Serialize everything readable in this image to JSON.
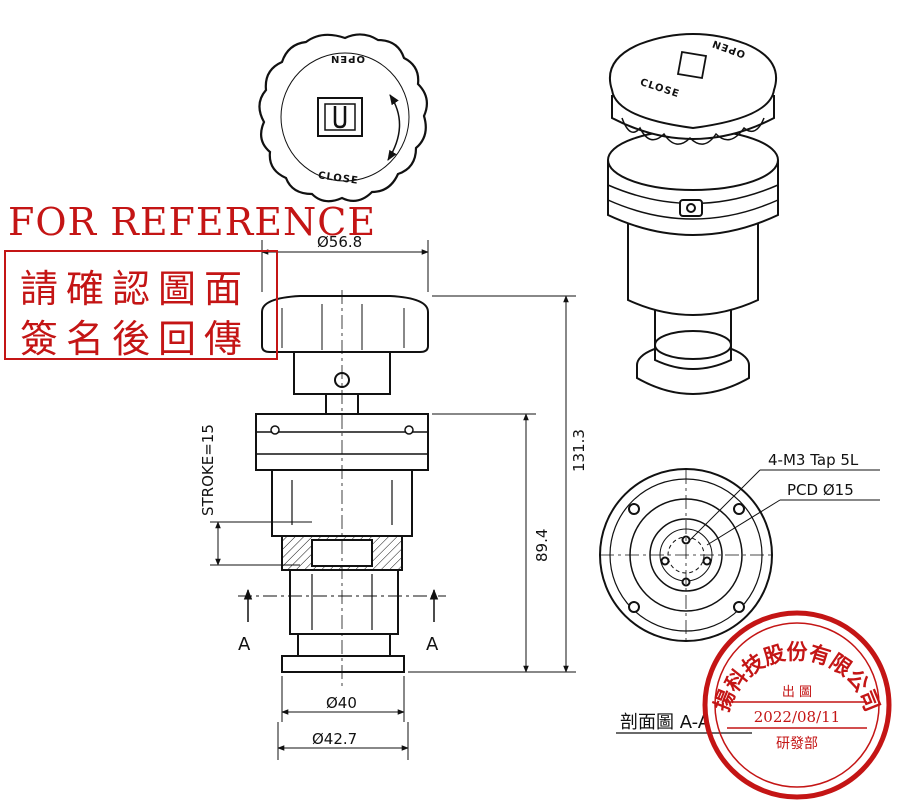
{
  "stamp_reference": {
    "title": "FOR REFERENCE",
    "line1": "請確認圖面",
    "line2": "簽名後回傳"
  },
  "knob": {
    "open_label": "OPEN",
    "close_label": "CLOSE"
  },
  "dimensions": {
    "top_diameter": "Ø56.8",
    "stroke": "STROKE=15",
    "height_total": "131.3",
    "height_body": "89.4",
    "bottom_diameter_inner": "Ø40",
    "bottom_diameter_outer": "Ø42.7",
    "tap_note": "4-M3 Tap 5L",
    "pcd_note": "PCD Ø15"
  },
  "section": {
    "marker_left": "A",
    "marker_right": "A",
    "label": "剖面圖 A-A"
  },
  "company_stamp": {
    "company_name": "揚科技股份有限公司",
    "subtitle": "出 圖",
    "date": "2022/08/11",
    "department": "研發部"
  },
  "colors": {
    "line": "#111111",
    "red_stamp": "#c41515"
  }
}
